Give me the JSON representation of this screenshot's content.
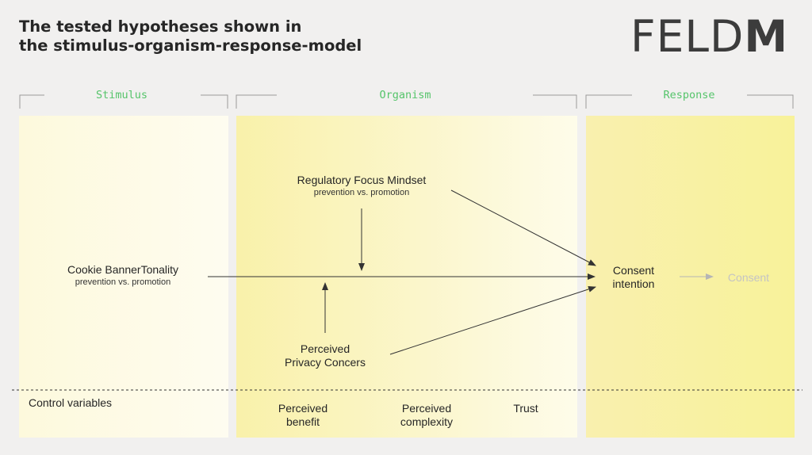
{
  "header": {
    "title_line1": "The tested hypotheses shown in",
    "title_line2": "the stimulus-organism-response-model",
    "logo_light": "FELD",
    "logo_bold": "M"
  },
  "sections": {
    "stimulus": "Stimulus",
    "organism": "Organism",
    "response": "Response"
  },
  "nodes": {
    "cookie_banner": {
      "label": "Cookie BannerTonality",
      "sub": "prevention vs. promotion"
    },
    "regulatory_focus": {
      "label": "Regulatory Focus Mindset",
      "sub": "prevention vs. promotion"
    },
    "privacy_concerns": {
      "line1": "Perceived",
      "line2": "Privacy Concers"
    },
    "consent_intention": {
      "line1": "Consent",
      "line2": "intention"
    },
    "consent": "Consent"
  },
  "controls": {
    "label": "Control variables",
    "benefit": {
      "line1": "Perceived",
      "line2": "benefit"
    },
    "complexity": {
      "line1": "Perceived",
      "line2": "complexity"
    },
    "trust": "Trust"
  },
  "colors": {
    "section_header": "#55c46a",
    "arrow": "#333333",
    "consent_faded": "#c4c4c4"
  }
}
